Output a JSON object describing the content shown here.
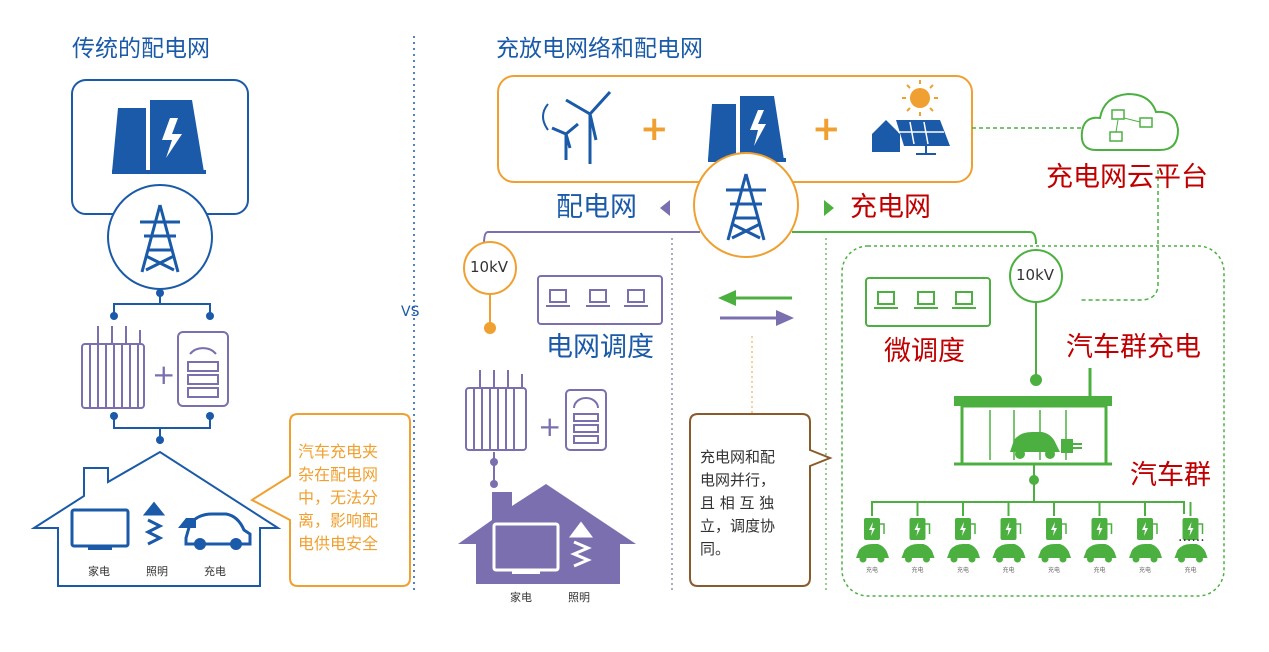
{
  "left": {
    "title": "传统的配电网",
    "vs": "VS",
    "appliances": [
      "家电",
      "照明",
      "充电"
    ],
    "callout": [
      "汽车充电夹",
      "杂在配电网",
      "中，无法分",
      "离，影响配",
      "电供电安全"
    ]
  },
  "right": {
    "title": "充放电网络和配电网",
    "distribution_label": "配电网",
    "charging_label": "充电网",
    "cloud_label": "充电网云平台",
    "voltage_left": "10kV",
    "voltage_right": "10kV",
    "grid_dispatch": "电网调度",
    "micro_dispatch": "微调度",
    "vehicle_charging": "汽车群充电",
    "vehicle_group": "汽车群",
    "ellipsis": "......",
    "charger_label": "充电",
    "appliances": [
      "家电",
      "照明"
    ],
    "callout": [
      "充电网和配",
      "电网并行，",
      "且 相 互 独",
      "立，调度协",
      "同。"
    ]
  },
  "colors": {
    "blue": "#1a5aa8",
    "orange": "#f0a030",
    "purple": "#7b6fb0",
    "green": "#4cb040",
    "red": "#c00000",
    "brown": "#8b5a2b"
  }
}
